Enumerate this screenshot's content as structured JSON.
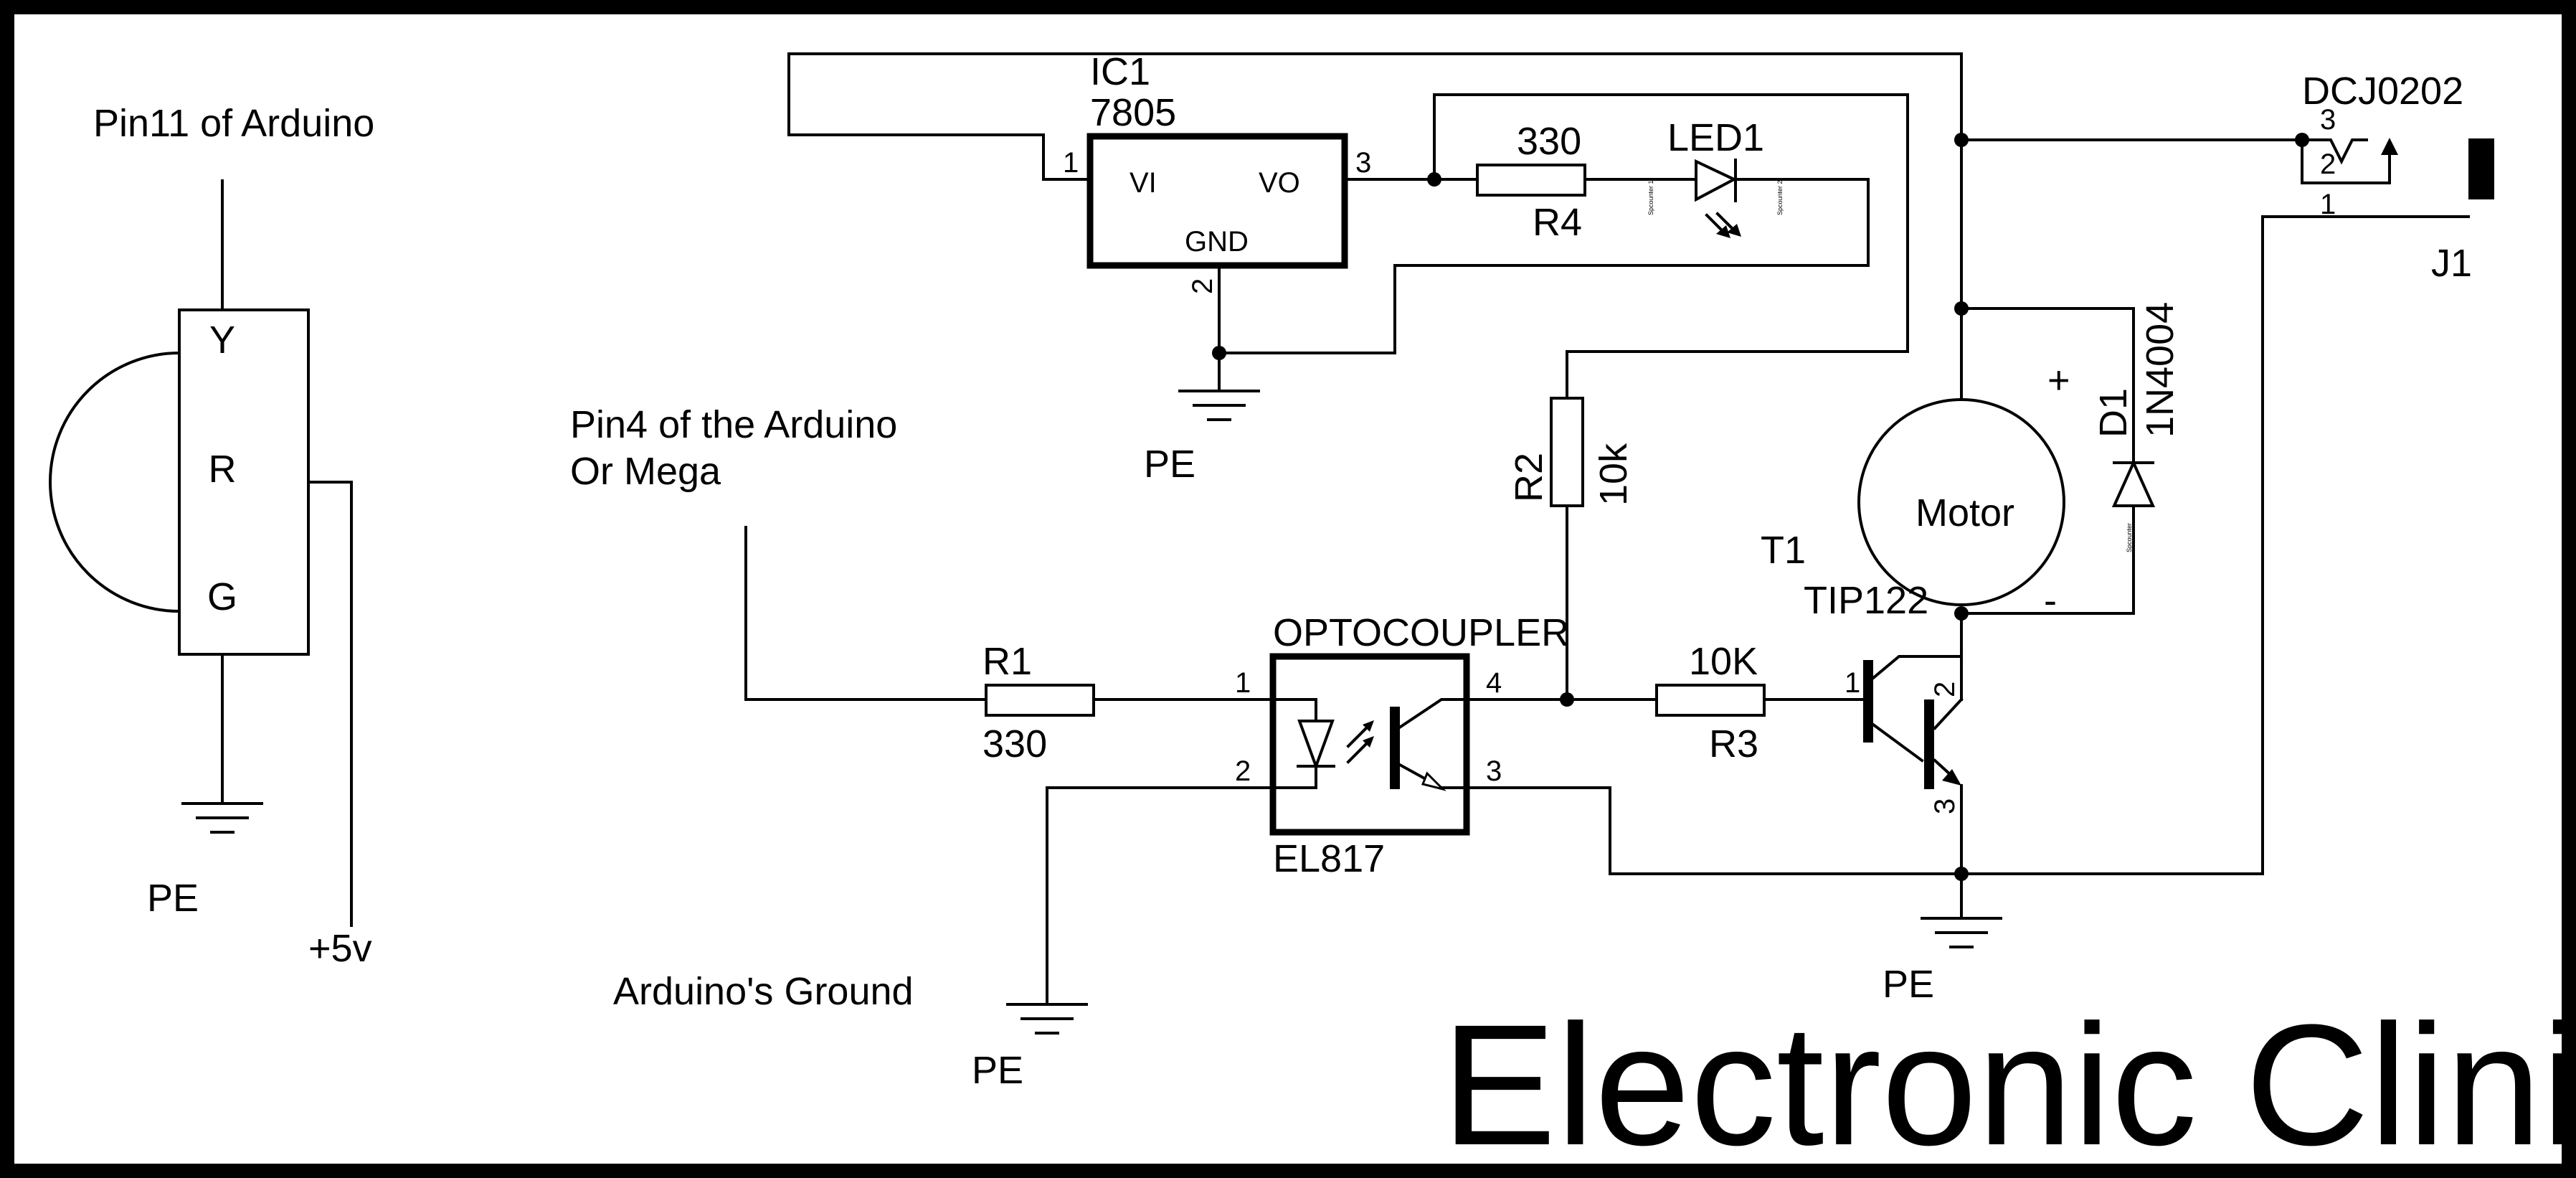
{
  "title": "Electronic Clinic",
  "sensor": {
    "signal_label": "Pin11 of Arduino",
    "pins": [
      "Y",
      "R",
      "G"
    ],
    "supply_label": "+5v",
    "ground_label": "PE"
  },
  "input": {
    "line1": "Pin4 of the Arduino",
    "line2": "Or Mega",
    "ground_label": "Arduino's Ground",
    "ground_symbol_label": "PE"
  },
  "r1": {
    "name": "R1",
    "value": "330"
  },
  "optocoupler": {
    "label": "OPTOCOUPLER",
    "part": "EL817",
    "pins": [
      "1",
      "2",
      "4",
      "3"
    ]
  },
  "regulator": {
    "name": "IC1",
    "part": "7805",
    "vi": "VI",
    "vo": "VO",
    "gnd": "GND",
    "pins": [
      "1",
      "3",
      "2"
    ],
    "ground_label": "PE"
  },
  "r4": {
    "name": "R4",
    "value": "330"
  },
  "led": {
    "name": "LED1",
    "pin_a": "Spcounter 1",
    "pin_b": "Spcounter 2"
  },
  "r2": {
    "name": "R2",
    "value": "10k"
  },
  "r3": {
    "name": "R3",
    "value": "10K"
  },
  "transistor": {
    "name": "T1",
    "part": "TIP122",
    "pins": [
      "1",
      "2",
      "3"
    ]
  },
  "motor": {
    "label": "Motor",
    "plus": "+",
    "minus": "-"
  },
  "diode": {
    "name": "D1",
    "part": "1N4004",
    "pin_label": "Spcounter"
  },
  "jack": {
    "part": "DCJ0202",
    "name": "J1",
    "pins": [
      "3",
      "2",
      "1"
    ]
  },
  "main_ground_label": "PE"
}
